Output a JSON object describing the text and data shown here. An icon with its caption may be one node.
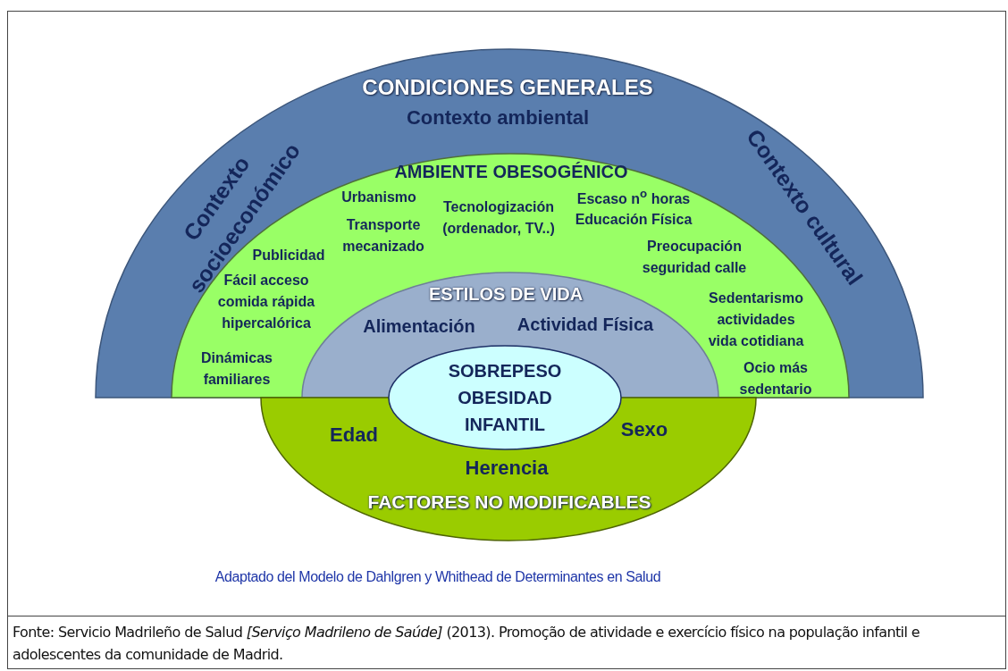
{
  "diagram": {
    "caption": "Fonte: Servicio Madrileño de Salud *[Serviço Madrileno de Saúde]* (2013). Promoção de atividade e exercício físico na população infantil e adolescentes da comunidade de Madrid.",
    "nodes": [
      {
        "text": [
          "CONDICIONES GENERALES",
          "Contexto ambiental",
          "Contexto socioeconómico",
          "Contexto cultural"
        ]
      },
      {
        "in": 0,
        "text": [
          "AMBIENTE OBESOGÉNICO",
          "Urbanismo",
          "Transporte mecanizado",
          "Tecnologización (ordenador, TV..)",
          "Escaso n$^{o}$ horas Educación Física",
          "Publicidad",
          "Preocupación seguridad calle",
          "Fácil acceso comida rápida hipercalórica",
          "Sedentarismo actividades vida cotidiana",
          "Dinámicas familiares",
          "Ocio más sedentario"
        ]
      },
      {
        "in": 1,
        "text": [
          "ESTILOS DE VIDA",
          "Alimentación",
          "Actividad Física"
        ]
      },
      {
        "text": [
          "Edad",
          "Sexo",
          "Herencia",
          "FACTORES NO MODIFICABLES"
        ]
      },
      {
        "text": [
          "SOBREPESO OBESIDAD INFANTIL"
        ]
      }
    ],
    "labels": [
      "Adaptado del Modelo de Dahlgren y Whithead de Determinantes en Salud"
    ]
  }
}
